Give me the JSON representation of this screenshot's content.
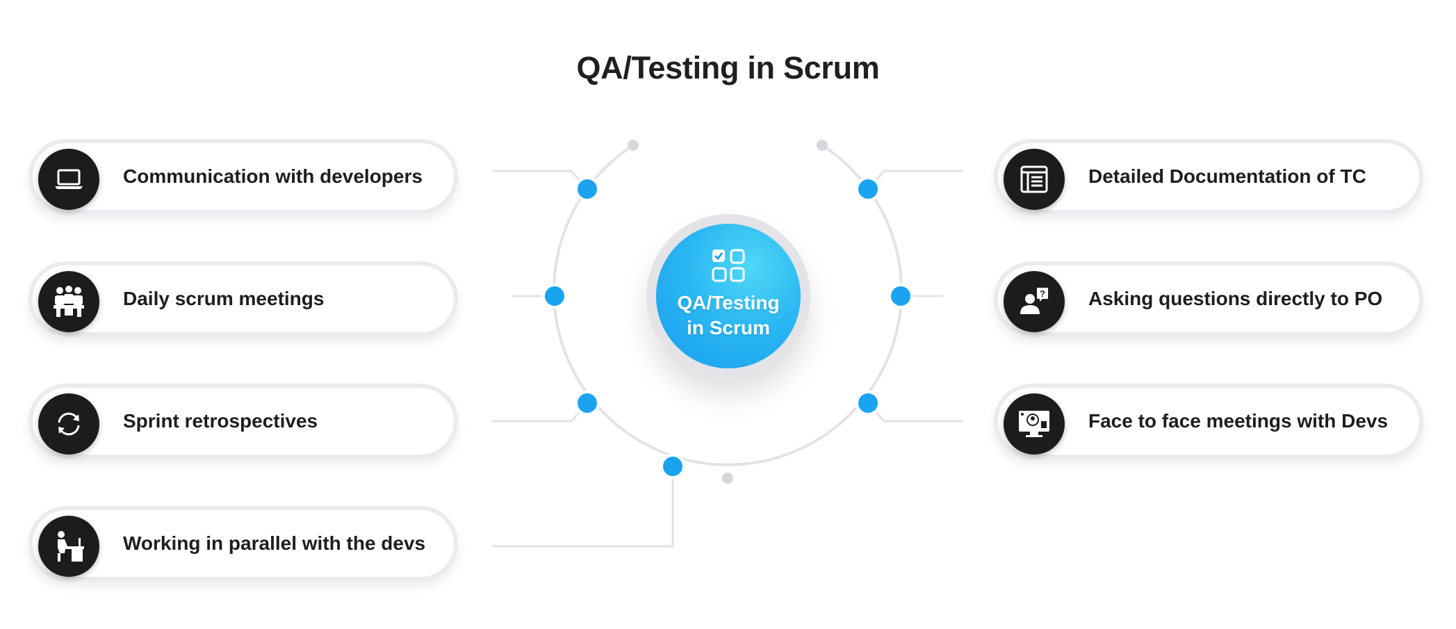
{
  "title": "QA/Testing in Scrum",
  "hub": {
    "line1": "QA/Testing",
    "line2": "in Scrum",
    "icon": "apps-grid-check-icon"
  },
  "left_items": [
    {
      "label": "Communication with developers",
      "icon": "laptop-icon"
    },
    {
      "label": "Daily scrum meetings",
      "icon": "team-meeting-icon"
    },
    {
      "label": "Sprint retrospectives",
      "icon": "refresh-cycle-icon"
    },
    {
      "label": "Working in parallel with the devs",
      "icon": "person-at-desk-icon"
    }
  ],
  "right_items": [
    {
      "label": "Detailed Documentation of TC",
      "icon": "document-list-icon"
    },
    {
      "label": "Asking questions directly to PO",
      "icon": "person-question-icon"
    },
    {
      "label": "Face to face meetings with Devs",
      "icon": "video-call-monitor-icon"
    }
  ],
  "colors": {
    "accent": "#1aa3f0",
    "badge": "#1c1c1c",
    "ring": "#e3e3e7",
    "text": "#1d1d22"
  }
}
